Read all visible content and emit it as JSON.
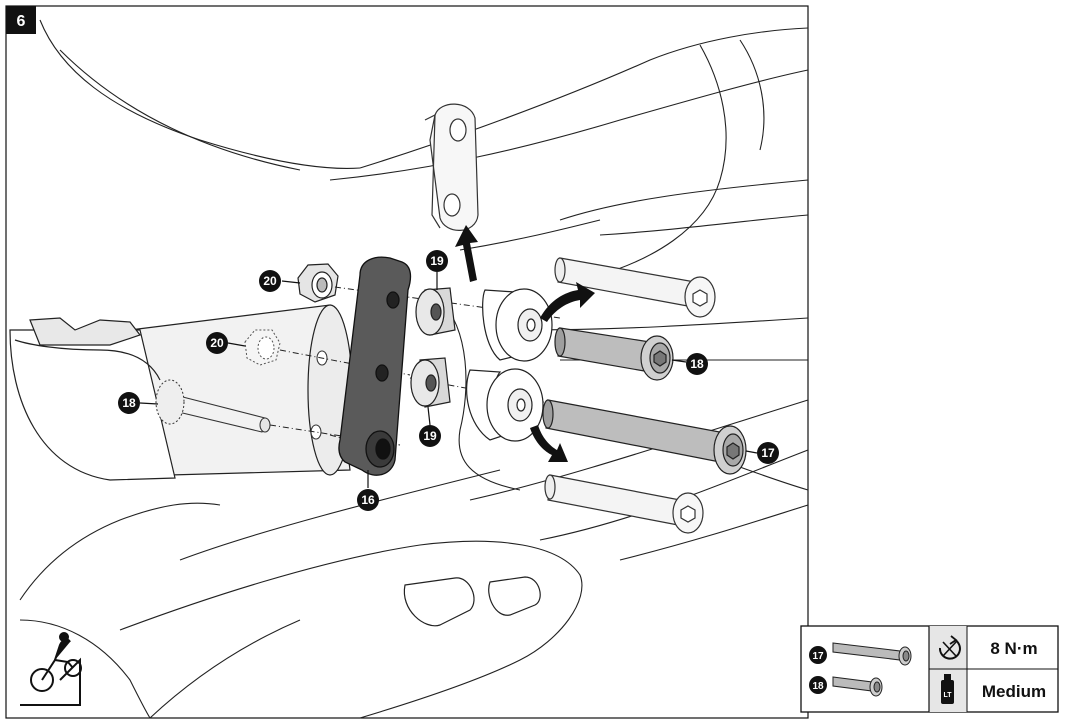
{
  "step": {
    "number": "6"
  },
  "callouts": {
    "c16": "16",
    "c17": "17",
    "c18a": "18",
    "c18b": "18",
    "c19a": "19",
    "c19b": "19",
    "c20a": "20",
    "c20b": "20"
  },
  "spec_box": {
    "rows": [
      {
        "part": "17",
        "torque_icon": "torque-wrench-icon",
        "value": "8 N·m"
      },
      {
        "part": "18",
        "threadlock_icon": "threadlocker-bottle-icon",
        "value": "Medium"
      }
    ]
  },
  "corner_icon": "motorcycle-on-stand-icon",
  "colors": {
    "ink": "#111111",
    "fill": "#f2f2f2",
    "plate": "#5a5a5a",
    "badge": "#111111"
  }
}
